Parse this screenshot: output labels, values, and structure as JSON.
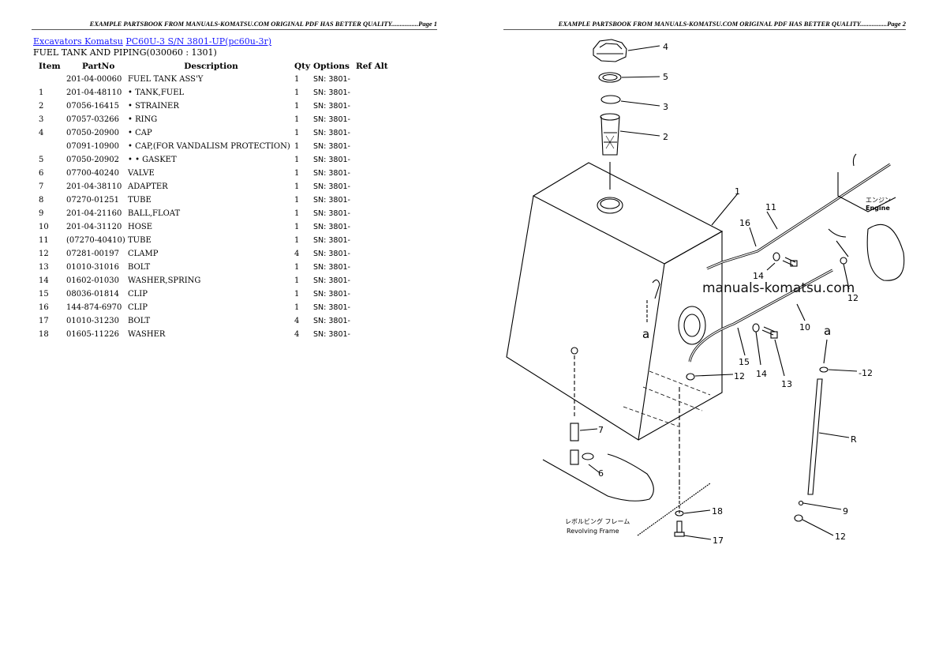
{
  "pages": [
    {
      "header": "EXAMPLE PARTSBOOK FROM MANUALS-KOMATSU.COM ORIGINAL PDF HAS BETTER QUALITY................Page 1"
    },
    {
      "header": "EXAMPLE PARTSBOOK FROM MANUALS-KOMATSU.COM ORIGINAL PDF HAS BETTER QUALITY................Page 2"
    }
  ],
  "breadcrumb": {
    "link1": "Excavators Komatsu",
    "link2": "PC60U-3 S/N 3801-UP(pc60u-3r)"
  },
  "section_title": "FUEL TANK AND PIPING(030060 : 1301)",
  "table": {
    "headers": {
      "item": "Item",
      "partno": "PartNo",
      "description": "Description",
      "qty": "Qty",
      "options": "Options",
      "refalt": "Ref Alt"
    },
    "rows": [
      {
        "item": "",
        "partno": "201-04-00060",
        "description": "FUEL TANK ASS'Y",
        "qty": "1",
        "options": "SN: 3801-",
        "refalt": ""
      },
      {
        "item": "1",
        "partno": "201-04-48110",
        "description": "• TANK,FUEL",
        "qty": "1",
        "options": "SN: 3801-",
        "refalt": ""
      },
      {
        "item": "2",
        "partno": "07056-16415",
        "description": "• STRAINER",
        "qty": "1",
        "options": "SN: 3801-",
        "refalt": ""
      },
      {
        "item": "3",
        "partno": "07057-03266",
        "description": "• RING",
        "qty": "1",
        "options": "SN: 3801-",
        "refalt": ""
      },
      {
        "item": "4",
        "partno": "07050-20900",
        "description": "• CAP",
        "qty": "1",
        "options": "SN: 3801-",
        "refalt": ""
      },
      {
        "item": "",
        "partno": "07091-10900",
        "description": "• CAP,(FOR VANDALISM PROTECTION)",
        "qty": "1",
        "options": "SN: 3801-",
        "refalt": ""
      },
      {
        "item": "5",
        "partno": "07050-20902",
        "description": "• • GASKET",
        "qty": "1",
        "options": "SN: 3801-",
        "refalt": ""
      },
      {
        "item": "6",
        "partno": "07700-40240",
        "description": "VALVE",
        "qty": "1",
        "options": "SN: 3801-",
        "refalt": ""
      },
      {
        "item": "7",
        "partno": "201-04-38110",
        "description": "ADAPTER",
        "qty": "1",
        "options": "SN: 3801-",
        "refalt": ""
      },
      {
        "item": "8",
        "partno": "07270-01251",
        "description": "TUBE",
        "qty": "1",
        "options": "SN: 3801-",
        "refalt": ""
      },
      {
        "item": "9",
        "partno": "201-04-21160",
        "description": "BALL,FLOAT",
        "qty": "1",
        "options": "SN: 3801-",
        "refalt": ""
      },
      {
        "item": "10",
        "partno": "201-04-31120",
        "description": "HOSE",
        "qty": "1",
        "options": "SN: 3801-",
        "refalt": ""
      },
      {
        "item": "11",
        "partno": "(07270-40410)",
        "description": "TUBE",
        "qty": "1",
        "options": "SN: 3801-",
        "refalt": ""
      },
      {
        "item": "12",
        "partno": "07281-00197",
        "description": "CLAMP",
        "qty": "4",
        "options": "SN: 3801-",
        "refalt": ""
      },
      {
        "item": "13",
        "partno": "01010-31016",
        "description": "BOLT",
        "qty": "1",
        "options": "SN: 3801-",
        "refalt": ""
      },
      {
        "item": "14",
        "partno": "01602-01030",
        "description": "WASHER,SPRING",
        "qty": "1",
        "options": "SN: 3801-",
        "refalt": ""
      },
      {
        "item": "15",
        "partno": "08036-01814",
        "description": "CLIP",
        "qty": "1",
        "options": "SN: 3801-",
        "refalt": ""
      },
      {
        "item": "16",
        "partno": "144-874-6970",
        "description": "CLIP",
        "qty": "1",
        "options": "SN: 3801-",
        "refalt": ""
      },
      {
        "item": "17",
        "partno": "01010-31230",
        "description": "BOLT",
        "qty": "4",
        "options": "SN: 3801-",
        "refalt": ""
      },
      {
        "item": "18",
        "partno": "01605-11226",
        "description": "WASHER",
        "qty": "4",
        "options": "SN: 3801-",
        "refalt": ""
      }
    ]
  },
  "diagram": {
    "watermark": "manuals-komatsu.com",
    "engine_label_jp": "エンジン",
    "engine_label": "Engine",
    "frame_label_jp": "レボルビング フレーム",
    "frame_label": "Revolving Frame",
    "marker_a": "a",
    "callouts": {
      "c1": "1",
      "c2": "2",
      "c3": "3",
      "c4": "4",
      "c5": "5",
      "c6": "6",
      "c7": "7",
      "c8": "R",
      "c9": "9",
      "c10": "10",
      "c11": "11",
      "c12a": "12",
      "c12b": "12",
      "c12c": "-12",
      "c12d": "12",
      "c13": "13",
      "c14a": "14",
      "c14b": "14",
      "c15": "15",
      "c16": "16",
      "c17": "17",
      "c18": "18"
    }
  },
  "colors": {
    "link": "#1a1aff",
    "text": "#000000",
    "rule": "#555555"
  }
}
